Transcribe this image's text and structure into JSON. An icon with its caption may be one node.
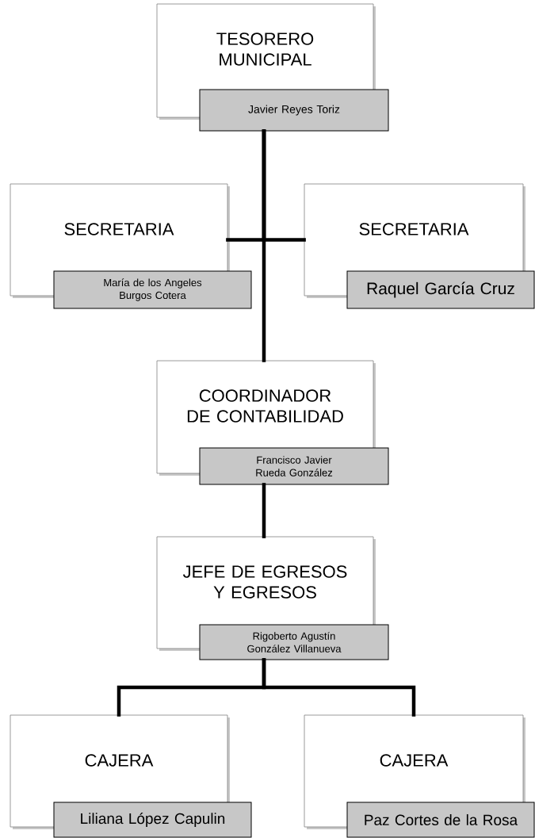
{
  "diagram": {
    "nodes": [
      {
        "text": [
          "TESORERO MUNICIPAL",
          "Javier Reyes Toriz"
        ]
      },
      {
        "text": [
          "SECRETARIA",
          "María de los Angeles Burgos Cotera"
        ]
      },
      {
        "text": [
          "SECRETARIA",
          "Raquel García Cruz"
        ]
      },
      {
        "text": [
          "COORDINADOR DE CONTABILIDAD",
          "Francisco Javier Rueda González"
        ]
      },
      {
        "text": [
          "JEFE DE EGRESOS Y EGRESOS",
          "Rigoberto Agustín González Villanueva"
        ]
      },
      {
        "text": [
          "CAJERA",
          "Liliana López Capulin"
        ]
      },
      {
        "text": [
          "CAJERA",
          "Paz Cortes de la Rosa"
        ]
      }
    ],
    "edges": [
      {
        "from": 0,
        "to": 1,
        "arrow": "none"
      },
      {
        "from": 0,
        "to": 2,
        "arrow": "none"
      },
      {
        "from": 0,
        "to": 3,
        "arrow": "none"
      },
      {
        "from": 3,
        "to": 4,
        "arrow": "none"
      },
      {
        "from": 4,
        "to": 5,
        "arrow": "none"
      },
      {
        "from": 4,
        "to": 6,
        "arrow": "none"
      }
    ]
  }
}
